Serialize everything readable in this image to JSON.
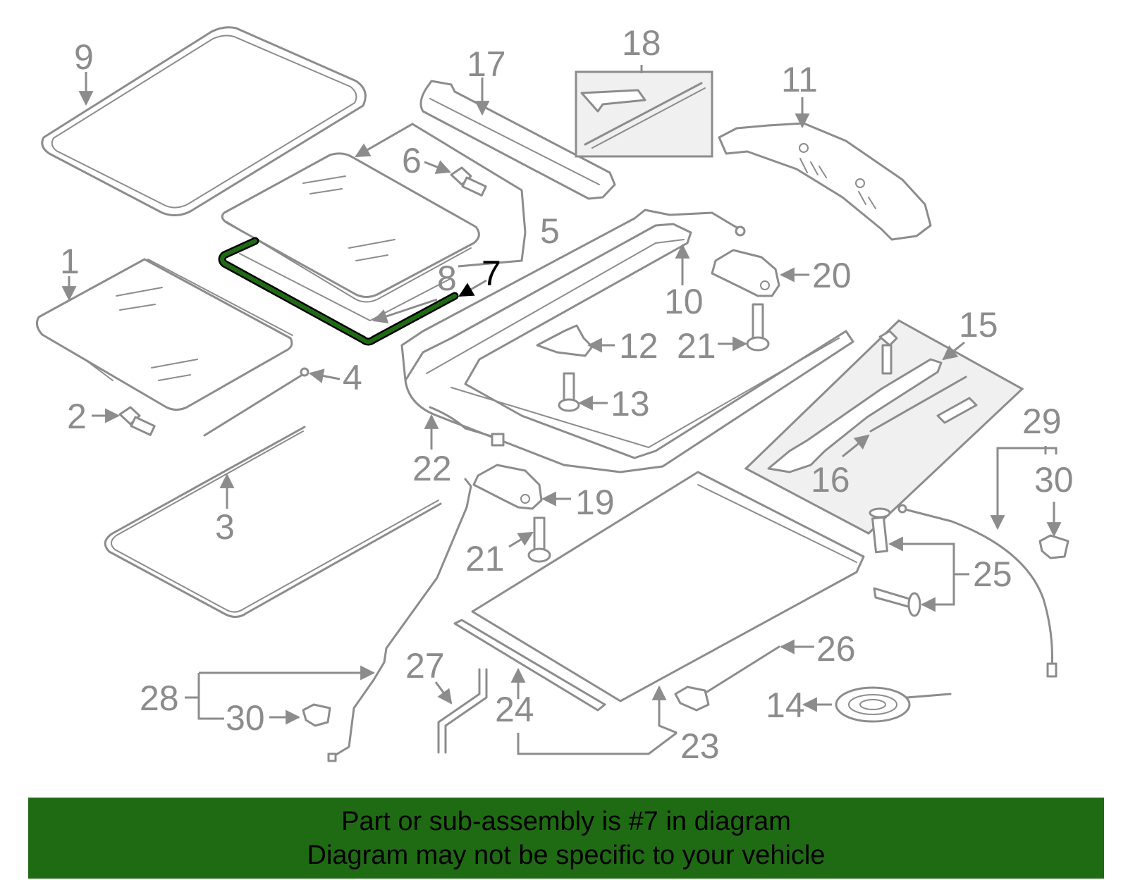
{
  "highlight_color": "#1f6b14",
  "banner": {
    "color": "#1f6b14",
    "line1": "Part or sub-assembly is #7 in diagram",
    "line2": "Diagram may not be specific to your vehicle"
  },
  "callouts": {
    "c1": "1",
    "c2": "2",
    "c3": "3",
    "c4": "4",
    "c5": "5",
    "c6": "6",
    "c7": "7",
    "c8": "8",
    "c9": "9",
    "c10": "10",
    "c11": "11",
    "c12": "12",
    "c13": "13",
    "c14": "14",
    "c15": "15",
    "c16": "16",
    "c17": "17",
    "c18": "18",
    "c19": "19",
    "c20": "20",
    "c21a": "21",
    "c21b": "21",
    "c22": "22",
    "c23": "23",
    "c24": "24",
    "c25": "25",
    "c26": "26",
    "c27": "27",
    "c28": "28",
    "c29": "29",
    "c30a": "30",
    "c30b": "30"
  }
}
